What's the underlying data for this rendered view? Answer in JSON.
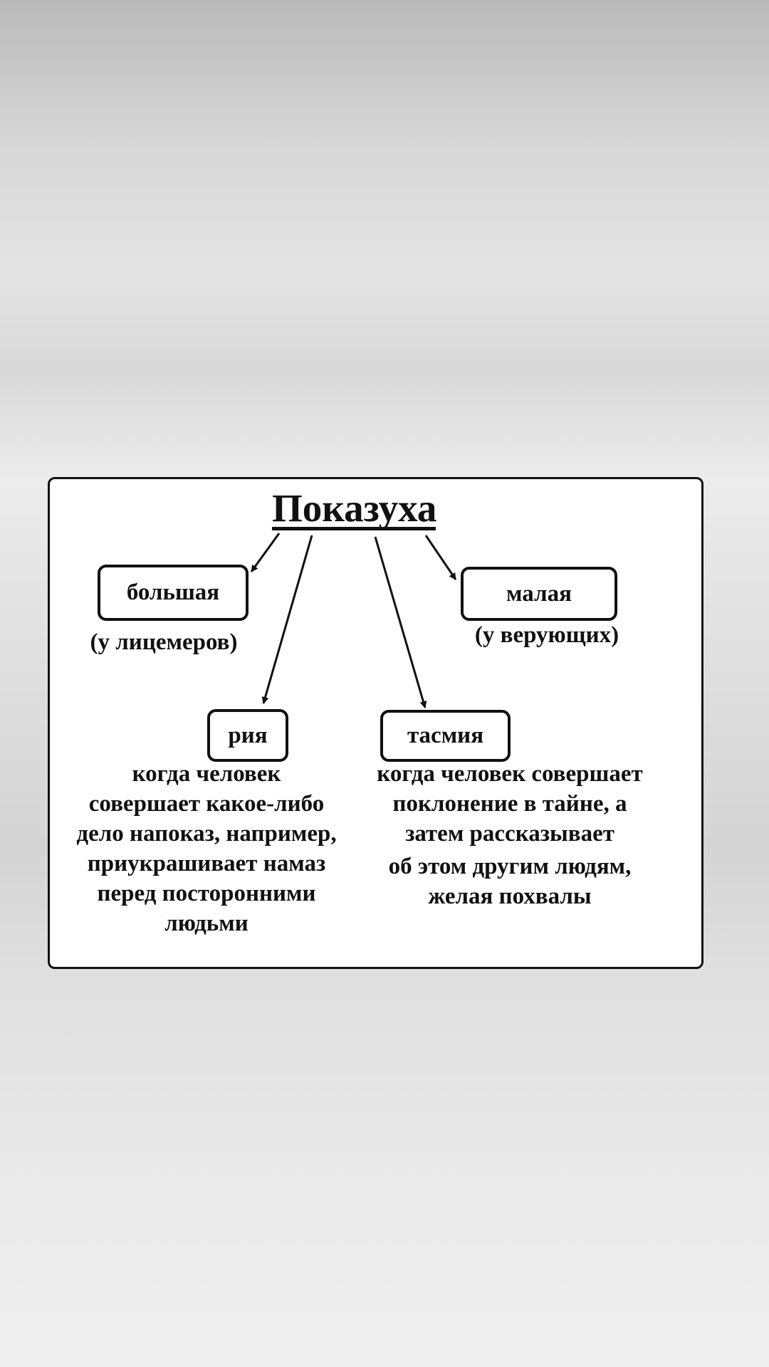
{
  "title": "Показуха",
  "major": {
    "label": "большая",
    "note": "(у лицемеров)"
  },
  "minor": {
    "label": "малая",
    "note": "(у верующих)"
  },
  "riya": {
    "label": "рия",
    "description": [
      "когда человек",
      "совершает какое-либо",
      "дело напоказ, например,",
      "приукрашивает намаз",
      "перед посторонними",
      "людьми"
    ]
  },
  "tasmiya": {
    "label": "тасмия",
    "description": [
      "когда человек совершает",
      "поклонение в тайне, а",
      "затем рассказывает",
      "об этом другим людям,",
      "желая похвалы"
    ]
  }
}
